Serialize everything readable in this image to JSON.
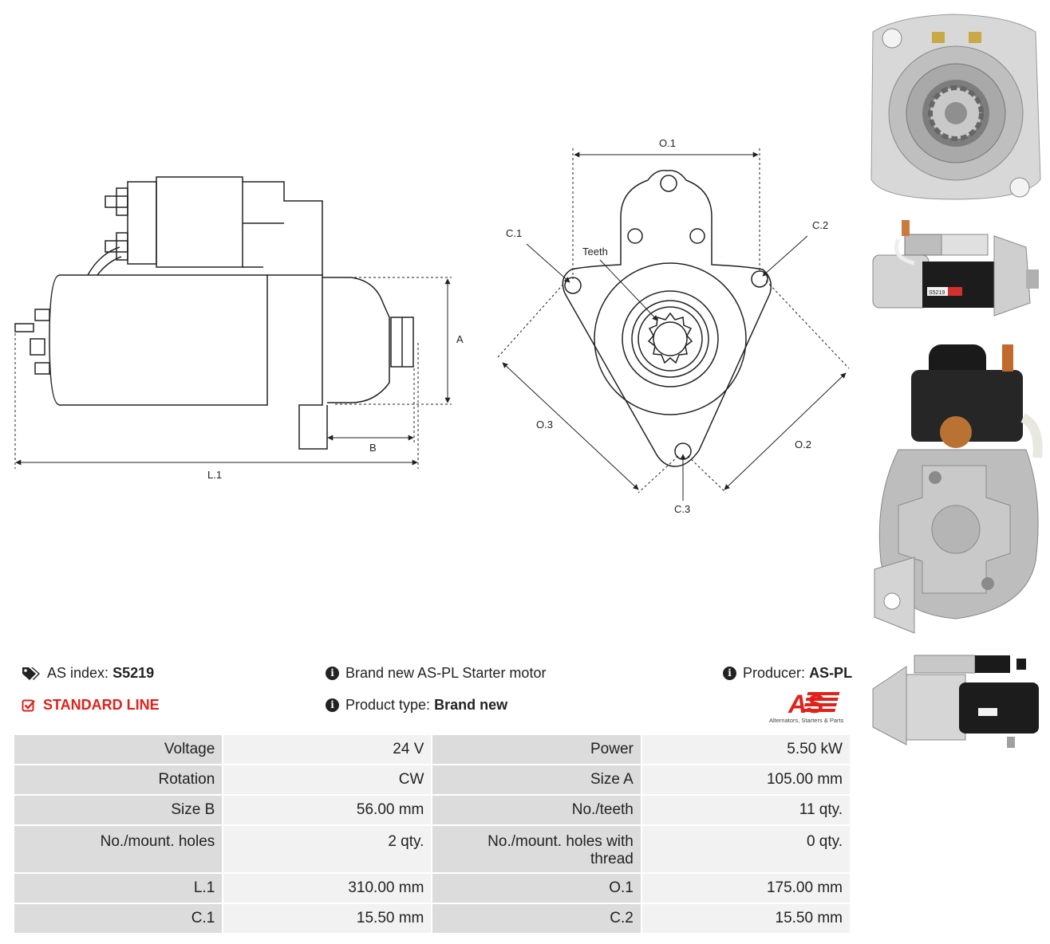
{
  "drawing_labels": {
    "side": {
      "A": "A",
      "B": "B",
      "L1": "L.1"
    },
    "front": {
      "O1": "O.1",
      "O2": "O.2",
      "O3": "O.3",
      "C1": "C.1",
      "C2": "C.2",
      "C3": "C.3",
      "teeth": "Teeth"
    }
  },
  "info": {
    "as_index_label": "AS index:",
    "as_index_value": "S5219",
    "line_label": "STANDARD LINE",
    "description": "Brand new AS-PL Starter motor",
    "product_type_label": "Product type:",
    "product_type_value": "Brand new",
    "producer_label": "Producer:",
    "producer_value": "AS-PL"
  },
  "logo": {
    "mark": "AS",
    "tagline": "Alternators, Starters & Parts"
  },
  "photo_labels": {
    "sticker_index": "S5219"
  },
  "specs": [
    [
      {
        "label": "Voltage",
        "value": "24 V"
      },
      {
        "label": "Power",
        "value": "5.50 kW"
      }
    ],
    [
      {
        "label": "Rotation",
        "value": "CW"
      },
      {
        "label": "Size A",
        "value": "105.00 mm"
      }
    ],
    [
      {
        "label": "Size B",
        "value": "56.00 mm"
      },
      {
        "label": "No./teeth",
        "value": "11 qty."
      }
    ],
    [
      {
        "label": "No./mount. holes",
        "value": "2 qty."
      },
      {
        "label": "No./mount. holes with thread",
        "value": "0 qty."
      }
    ],
    [
      {
        "label": "L.1",
        "value": "310.00 mm"
      },
      {
        "label": "O.1",
        "value": "175.00 mm"
      }
    ],
    [
      {
        "label": "C.1",
        "value": "15.50 mm"
      },
      {
        "label": "C.2",
        "value": "15.50 mm"
      }
    ]
  ],
  "colors": {
    "accent_red": "#e1211a",
    "label_cell": "#dcdcdc",
    "value_cell": "#f2f2f2"
  }
}
